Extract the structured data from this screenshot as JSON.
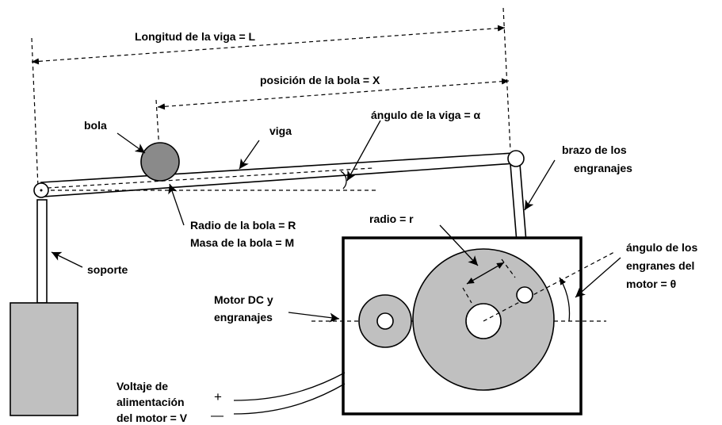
{
  "labels": {
    "beam_length": "Longitud de la viga = L",
    "ball_position": "posición  de la bola = X",
    "beam_angle": "ángulo de la viga = α",
    "ball": "bola",
    "beam": "viga",
    "gear_arm_line1": "brazo de los",
    "gear_arm_line2": "engranajes",
    "ball_radius": "Radio de la bola = R",
    "ball_mass": "Masa de la bola = M",
    "radius_r": "radio = r",
    "gear_angle_line1": "ángulo de los",
    "gear_angle_line2": "engranes del",
    "gear_angle_line3": "motor = θ",
    "support": "soporte",
    "motor_line1": "Motor DC y",
    "motor_line2": "engranajes",
    "voltage_line1": "Voltaje de",
    "voltage_line2": "alimentación",
    "voltage_line3": "del motor = V",
    "plus": "+",
    "minus": "—"
  },
  "colors": {
    "stroke": "#000000",
    "fill_gray": "#c0c0c0",
    "ball_gray": "#8a8a8a",
    "background": "#ffffff"
  }
}
